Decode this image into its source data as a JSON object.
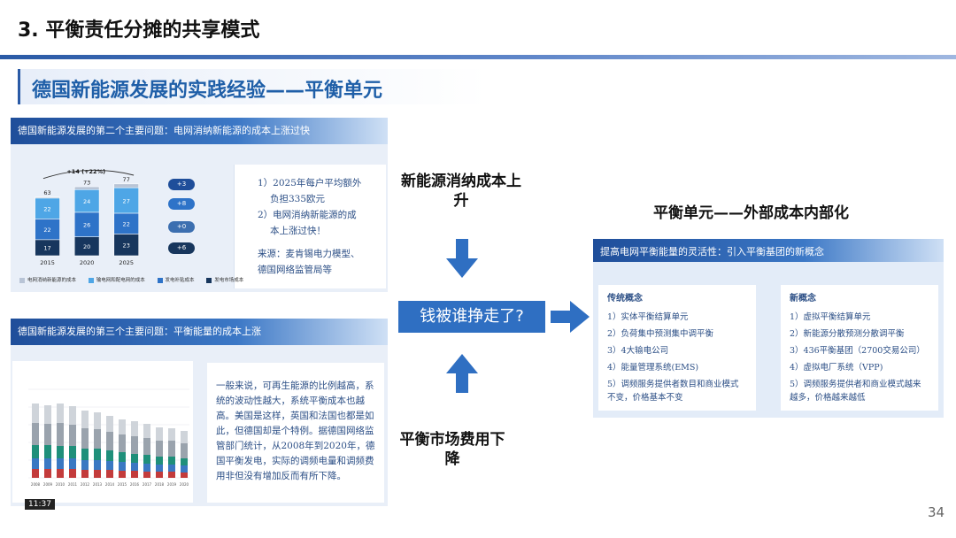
{
  "slide": {
    "title": "3. 平衡责任分摊的共享模式",
    "subtitle": "德国新能源发展的实践经验——平衡单元",
    "page_number": "34"
  },
  "panel1": {
    "header": "德国新能源发展的第二个主要问题：电网消纳新能源的成本上涨过快",
    "change_label": "+14 (+22%)",
    "pills": [
      "+3",
      "+8",
      "+0",
      "+6"
    ],
    "legend": [
      "电网消纳新能源的成本",
      "输电网和配电网的成本",
      "发电补贴成本",
      "发电市场成本"
    ],
    "note_lines": [
      "1）2025年每户平均额外",
      "负担335欧元",
      "2）电网消纳新能源的成",
      "本上涨过快！",
      "来源：麦肯锡电力模型、",
      "德国网络监管局等"
    ]
  },
  "panel2": {
    "header": "德国新能源发展的第三个主要问题：平衡能量的成本上涨",
    "note": "一般来说，可再生能源的比例越高，系统的波动性越大，系统平衡成本也越高。美国是这样，英国和法国也都是如此，但德国却是个特例。据德国网络监管部门统计，从2008年到2020年，德国平衡发电，实际的调频电量和调频费用非但没有增加反而有所下降。",
    "timestamp": "11:37"
  },
  "middle": {
    "cost_label": "新能源消纳成本上升",
    "question": "钱被谁挣走了?",
    "fee_label": "平衡市场费用下降",
    "result_title": "平衡单元——外部成本内部化"
  },
  "panel3": {
    "header": "提高电网平衡能量的灵活性：引入平衡基团的新概念",
    "traditional": {
      "title": "传统概念",
      "items": [
        "1）实体平衡结算单元",
        "2）负荷集中预测集中调平衡",
        "3）4大输电公司",
        "4）能量管理系统(EMS)",
        "5）调频服务提供者数目和商业模式不变，价格基本不变"
      ]
    },
    "new": {
      "title": "新概念",
      "items": [
        "1）虚拟平衡结算单元",
        "2）新能源分散预测分散调平衡",
        "3）436平衡基团（2700交易公司）",
        "4）虚拟电厂系统（VPP)",
        "5）调频服务提供者和商业模式越来越多，价格越来越低"
      ]
    }
  },
  "chart_data": [
    {
      "type": "bar",
      "stacked": true,
      "categories": [
        "2015",
        "2020",
        "2025"
      ],
      "series": [
        {
          "name": "发电市场成本",
          "values": [
            17,
            20,
            23
          ]
        },
        {
          "name": "发电补贴成本",
          "values": [
            22,
            26,
            22
          ]
        },
        {
          "name": "输电网和配电网的成本",
          "values": [
            22,
            24,
            27
          ]
        },
        {
          "name": "电网消纳新能源的成本",
          "values": [
            1,
            3,
            4
          ]
        }
      ],
      "totals": [
        63,
        73,
        77
      ],
      "colors": [
        "#17365d",
        "#2e73c8",
        "#4ea6e6",
        "#b8c4d6"
      ]
    },
    {
      "type": "bar",
      "stacked": true,
      "categories": [
        "2008",
        "2009",
        "2010",
        "2011",
        "2012",
        "2013",
        "2014",
        "2015",
        "2016",
        "2017",
        "2018",
        "2019",
        "2020"
      ],
      "series": [
        {
          "name": "s1",
          "values": [
            10,
            10,
            10,
            10,
            9,
            9,
            9,
            8,
            8,
            7,
            7,
            7,
            6
          ]
        },
        {
          "name": "s2",
          "values": [
            12,
            12,
            12,
            12,
            11,
            11,
            10,
            10,
            9,
            9,
            8,
            8,
            8
          ]
        },
        {
          "name": "s3",
          "values": [
            15,
            15,
            14,
            14,
            13,
            13,
            12,
            11,
            10,
            10,
            9,
            9,
            8
          ]
        },
        {
          "name": "s4",
          "values": [
            25,
            24,
            26,
            24,
            23,
            22,
            21,
            20,
            20,
            19,
            18,
            18,
            17
          ]
        },
        {
          "name": "s5",
          "values": [
            22,
            21,
            22,
            21,
            20,
            19,
            18,
            17,
            17,
            16,
            15,
            14,
            14
          ]
        }
      ],
      "colors": [
        "#c33b3b",
        "#3a78c2",
        "#1f8f7a",
        "#9aa3ad",
        "#cfd4da"
      ]
    }
  ]
}
